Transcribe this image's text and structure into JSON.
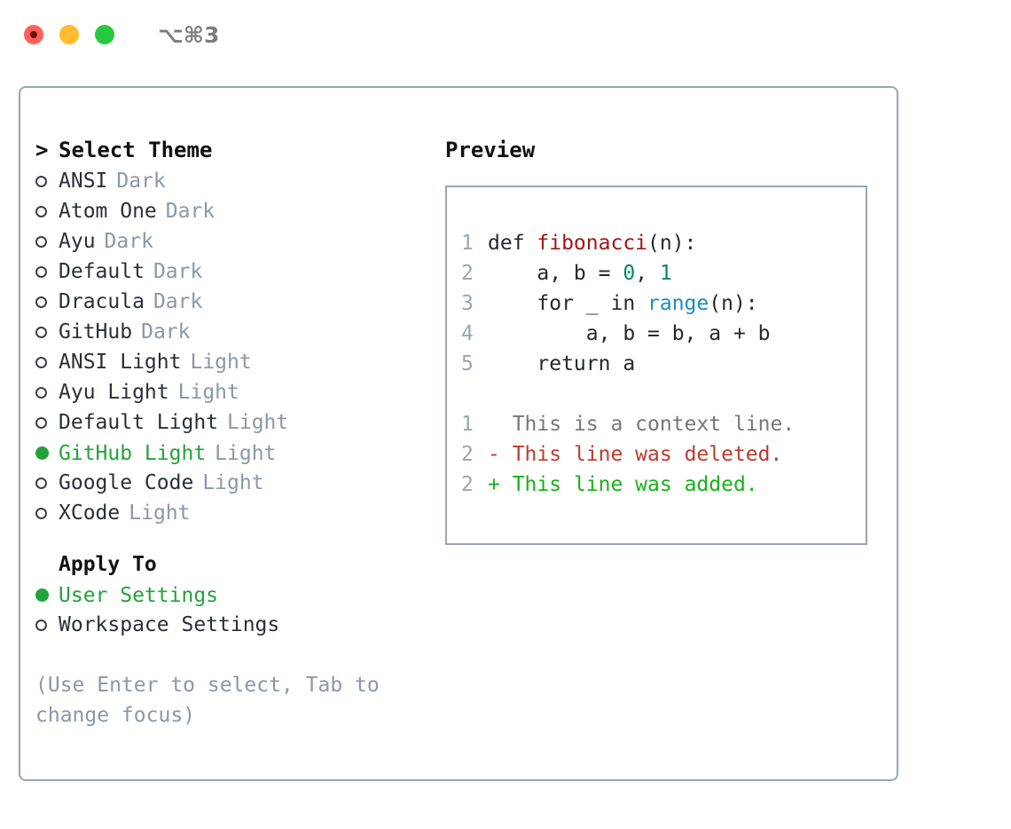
{
  "window": {
    "shortcut": "⌥⌘3",
    "traffic_lights": [
      "close-red",
      "minimize-yellow",
      "maximize-green"
    ]
  },
  "theme_picker": {
    "caret": ">",
    "title": "Select Theme",
    "items": [
      {
        "bullet": "o",
        "name": "ANSI",
        "tag": "Dark",
        "selected": false
      },
      {
        "bullet": "o",
        "name": "Atom One",
        "tag": "Dark",
        "selected": false
      },
      {
        "bullet": "o",
        "name": "Ayu",
        "tag": "Dark",
        "selected": false
      },
      {
        "bullet": "o",
        "name": "Default",
        "tag": "Dark",
        "selected": false
      },
      {
        "bullet": "o",
        "name": "Dracula",
        "tag": "Dark",
        "selected": false
      },
      {
        "bullet": "o",
        "name": "GitHub",
        "tag": "Dark",
        "selected": false
      },
      {
        "bullet": "o",
        "name": "ANSI Light",
        "tag": "Light",
        "selected": false
      },
      {
        "bullet": "o",
        "name": "Ayu Light",
        "tag": "Light",
        "selected": false
      },
      {
        "bullet": "o",
        "name": "Default Light",
        "tag": "Light",
        "selected": false
      },
      {
        "bullet": "●",
        "name": "GitHub Light",
        "tag": "Light",
        "selected": true
      },
      {
        "bullet": "o",
        "name": "Google Code",
        "tag": "Light",
        "selected": false
      },
      {
        "bullet": "o",
        "name": "XCode",
        "tag": "Light",
        "selected": false
      }
    ]
  },
  "apply_to": {
    "title": "Apply To",
    "options": [
      {
        "bullet": "●",
        "name": "User Settings",
        "selected": true
      },
      {
        "bullet": "o",
        "name": "Workspace Settings",
        "selected": false
      }
    ]
  },
  "hint": "(Use Enter to select, Tab to change focus)",
  "preview": {
    "title": "Preview",
    "code_lines": [
      {
        "no": "1",
        "parts": [
          {
            "t": "def ",
            "c": "plain"
          },
          {
            "t": "fibonacci",
            "c": "fn"
          },
          {
            "t": "(n):",
            "c": "plain"
          }
        ]
      },
      {
        "no": "2",
        "parts": [
          {
            "t": "    a, b = ",
            "c": "plain"
          },
          {
            "t": "0",
            "c": "num"
          },
          {
            "t": ", ",
            "c": "plain"
          },
          {
            "t": "1",
            "c": "num"
          }
        ]
      },
      {
        "no": "3",
        "parts": [
          {
            "t": "    for _ in ",
            "c": "plain"
          },
          {
            "t": "range",
            "c": "call"
          },
          {
            "t": "(n):",
            "c": "plain"
          }
        ]
      },
      {
        "no": "4",
        "parts": [
          {
            "t": "        a, b = b, a + b",
            "c": "plain"
          }
        ]
      },
      {
        "no": "5",
        "parts": [
          {
            "t": "    return a",
            "c": "plain"
          }
        ]
      }
    ],
    "diff_lines": [
      {
        "no": "1",
        "marker": "  ",
        "text": "This is a context line.",
        "kind": "ctx"
      },
      {
        "no": "2",
        "marker": "- ",
        "text": "This line was deleted.",
        "kind": "del"
      },
      {
        "no": "2",
        "marker": "+ ",
        "text": "This line was added.",
        "kind": "add"
      }
    ]
  },
  "colors": {
    "accent_green": "#22a33a",
    "muted": "#8b97a8",
    "border": "#9aa5b4",
    "text": "#2a2f38",
    "fn_red": "#a31515",
    "num_teal": "#098658",
    "call_blue": "#1d8bc4",
    "diff_del": "#c0392b",
    "diff_add": "#16b316"
  }
}
